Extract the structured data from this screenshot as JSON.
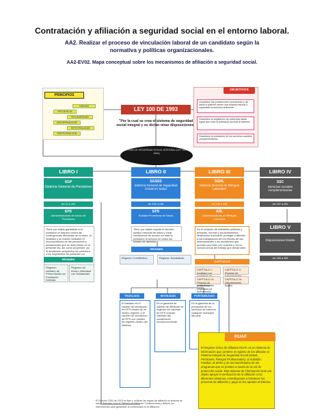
{
  "header": {
    "title": "Contratación y afiliación a seguridad social en el entorno laboral.",
    "aa2_line1": "AA2. Realizar el proceso de vinculación laboral de un candidato según la",
    "aa2_line2": "normativa y políticas organizacionales.",
    "ev02": "AA2-EV02. Mapa conceptual sobre los mecanismos de afiliación a seguridad social."
  },
  "principios": {
    "label": "PRINCIPIOS",
    "items": [
      "UNIDAD",
      "EFICIENCIA",
      "SOLIDARIDAD",
      "UNIVERSALIDAD",
      "INTEGRALIDAD",
      "PARTICIPACION"
    ]
  },
  "ley": {
    "title": "LEY 100 DE 1993",
    "text": "\"Por la cual se crea el sistema de seguridad social integral y se dictan otras disposiciones\""
  },
  "objetivos": {
    "label": "OBJETIVOS",
    "items": [
      "Garantizar las prestaciones económicas y de salud a quienes tienen una relación laboral o capacidad económica suficiente.",
      "Garantizar la ampliación de cobertura hasta lograr que toda la población acceda al sistema.",
      "Garantizar la prestación de los servicios sociales complementarios."
    ]
  },
  "center": {
    "text": "SISTEMA DE SEGURIDAD SOCIAL INTEGRAL (LEY 100 DE 1993)"
  },
  "libros": [
    {
      "label": "LIBRO I",
      "acronym": "SGP",
      "system": "Sistema General de Pensiones",
      "law": "Art 10 a 151",
      "entity": "EPS",
      "entity_desc": "Administradoras de fondo de Pensiones",
      "desc": "Tiene por objeto garantizar a la población el amparo contra las contingencias derivadas de la vejez, la invalidez y la muerte mediante el reconocimiento de las pensiones y prestaciones que se determinan en la presente ley, así como propender por la ampliación progresiva de cobertura a los segmentos de población no cubiertos con un sistema de pensiones.",
      "regimen_label": "RÉGIMEN",
      "regimenes": [
        "Régimen solidario de Prima Media con Prestación Definida",
        "Régimen de Ahorro Individual con Solidaridad"
      ]
    },
    {
      "label": "LIBRO II",
      "acronym": "SGSSS",
      "system": "Sistema General de Seguridad Social en Salud",
      "law": "Art 152 a 248",
      "entity": "EPS",
      "entity_desc": "Entidad Promotora de Salud",
      "desc": "Tiene por objeto regular el servicio público esencial de salud y crear condiciones de acceso en toda la población al servicio en todos los niveles de atención.",
      "regimen_label": "RÉGIMEN",
      "regimenes": [
        "Régimen Contributivo",
        "Régimen Subsidiado"
      ],
      "sub_headers": [
        "TRASLADO",
        "MOVILIDAD",
        "PORTABILIDAD"
      ],
      "sub_texts": [
        "El traslado es el cambio de inscripción de EPS dentro de un mismo régimen o el cambio de inscripción de EPS con cambio de régimen dentro del sistema.",
        "Es la garantía de cambio de afiliación de régimen sin cambiar de EPS cuando cambian las condiciones socioeconómicas.",
        "Es la garantía de la prestación de los servicios de salud en cualquier municipio del país."
      ]
    },
    {
      "label": "LIBRO III",
      "acronym": "SGRL",
      "system": "Sistema General de Riesgos Laborales",
      "law": "Art 249 a 256",
      "entity": "ARL",
      "entity_desc": "Administradoras de Riesgos Laborales",
      "desc": "Es el conjunto de entidades públicas y privadas, normas y procedimientos, destinados a prevenir, proteger y atender a los trabajadores de los efectos de las enfermedades y los accidentes que puedan ocurrirles con ocasión o como consecuencia del trabajo que desarrollan.",
      "capitulos_label": "CAPÍTULOS",
      "capitulos": [
        "CAPÍTULO I: Invalidez por accidente de trabajo y enfermedad profesional",
        "CAPÍTULO II: Pensión de sobrevivientes originada por accidente",
        "CAPÍTULO III: Pensión de sobrevivientes originada por enfermedad",
        "CAPÍTULO IV: Disposiciones finales"
      ]
    },
    {
      "label": "LIBRO IV",
      "acronym": "SSC",
      "system": "Servicios sociales complementarios",
      "law": "Art 257 a 264"
    },
    {
      "label": "LIBRO V",
      "system": "Disposiciones finales",
      "law": "Art 265 a 289"
    }
  ],
  "ruaf": {
    "label": "RUAF",
    "text": "El Registro Único de Afiliados RUAF, es un sistema de información que contiene el registro de los afiliados al Sistema Integral de Seguridad Social (Salud, Pensiones, Riesgos Profesionales), al Subsidio Familiar, al SENA y de los beneficiarios de los programas que se presten a través de la red de protección social. Este sistema de información tiene por objeto apoyar la verificación de la afiliación a los diferentes sistemas, contribuyendo a fortalecer los procesos de afiliación y pago de los aportes al sistema."
  },
  "footnote": "El Decreto 2353 de 2015 se fijan y unifican las reglas de afiliación al sistema de salud. Además, crea el Sistema de Afiliación Transaccional y definen los instrumentos para garantizar la continuidad en la afiliación."
}
